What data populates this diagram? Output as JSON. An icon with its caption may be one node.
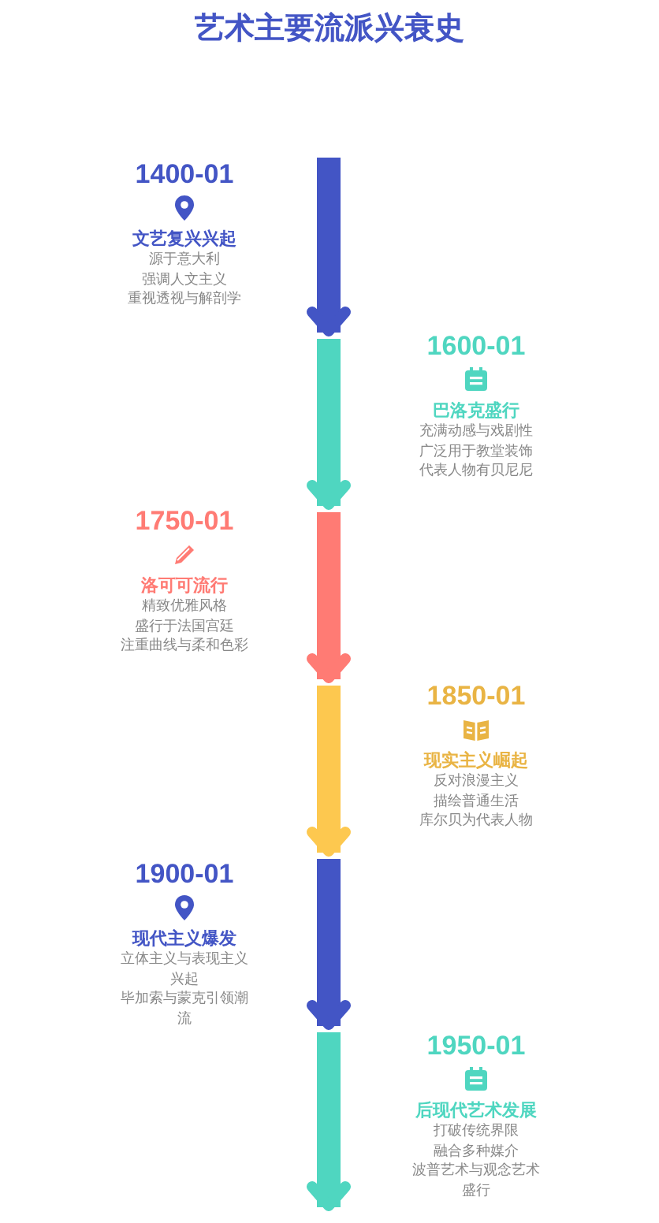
{
  "diagram": {
    "title": "艺术主要流派兴衰史",
    "nodes": [
      {
        "text": [
          "1400-01",
          "文艺复兴兴起",
          "源于意大利",
          "强调人文主义",
          "重视透视与解剖学"
        ]
      },
      {
        "text": [
          "1600-01",
          "巴洛克盛行",
          "充满动感与戏剧性",
          "广泛用于教堂装饰",
          "代表人物有贝尼尼"
        ]
      },
      {
        "text": [
          "1750-01",
          "洛可可流行",
          "精致优雅风格",
          "盛行于法国宫廷",
          "注重曲线与柔和色彩"
        ]
      },
      {
        "text": [
          "1850-01",
          "现实主义崛起",
          "反对浪漫主义",
          "描绘普通生活",
          "库尔贝为代表人物"
        ]
      },
      {
        "text": [
          "1900-01",
          "现代主义爆发",
          "立体主义与表现主义兴起",
          "毕加索与蒙克引领潮流"
        ]
      },
      {
        "text": [
          "1950-01",
          "后现代艺术发展",
          "打破传统界限",
          "融合多种媒介",
          "波普艺术与观念艺术盛行"
        ]
      }
    ]
  }
}
